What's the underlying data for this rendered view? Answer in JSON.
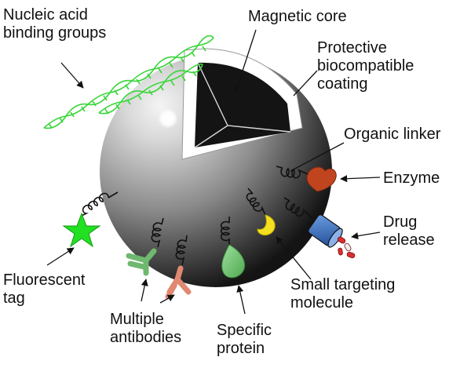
{
  "labels": {
    "nucleic_acid": [
      "Nucleic acid",
      "binding groups"
    ],
    "magnetic_core": "Magnetic core",
    "coating": [
      "Protective",
      "biocompatible",
      "coating"
    ],
    "organic_linker": "Organic linker",
    "enzyme": "Enzyme",
    "drug_release": [
      "Drug",
      "release"
    ],
    "small_targeting": [
      "Small targeting",
      "molecule"
    ],
    "specific_protein": [
      "Specific",
      "protein"
    ],
    "antibodies": [
      "Multiple",
      "antibodies"
    ],
    "fluorescent": [
      "Fluorescent",
      "tag"
    ]
  },
  "icons": {
    "nanoparticle": "sphere-icon",
    "core": "cube-cutaway-icon",
    "dna": "double-helix-icon",
    "star": "star-icon",
    "antibody": "y-shaped-antibody-icon",
    "protein": "teardrop-protein-icon",
    "small_molecule": "crescent-molecule-icon",
    "enzyme": "heart-enzyme-icon",
    "drug": "capsule-drug-icon",
    "linker": "coil-spring-icon"
  },
  "colors": {
    "sphere_light": "#f4f4f4",
    "sphere_mid": "#8a8a8a",
    "sphere_dark": "#141414",
    "core": "#141414",
    "dna": "#39d639",
    "star": "#22e022",
    "antibody_green": "#9bd89b",
    "antibody_salmon": "#e8907a",
    "protein": "#6cc56c",
    "small_molecule": "#f4e020",
    "enzyme": "#c0451f",
    "drug_capsule": "#3a6fc0",
    "drug_release": "#d83030"
  }
}
